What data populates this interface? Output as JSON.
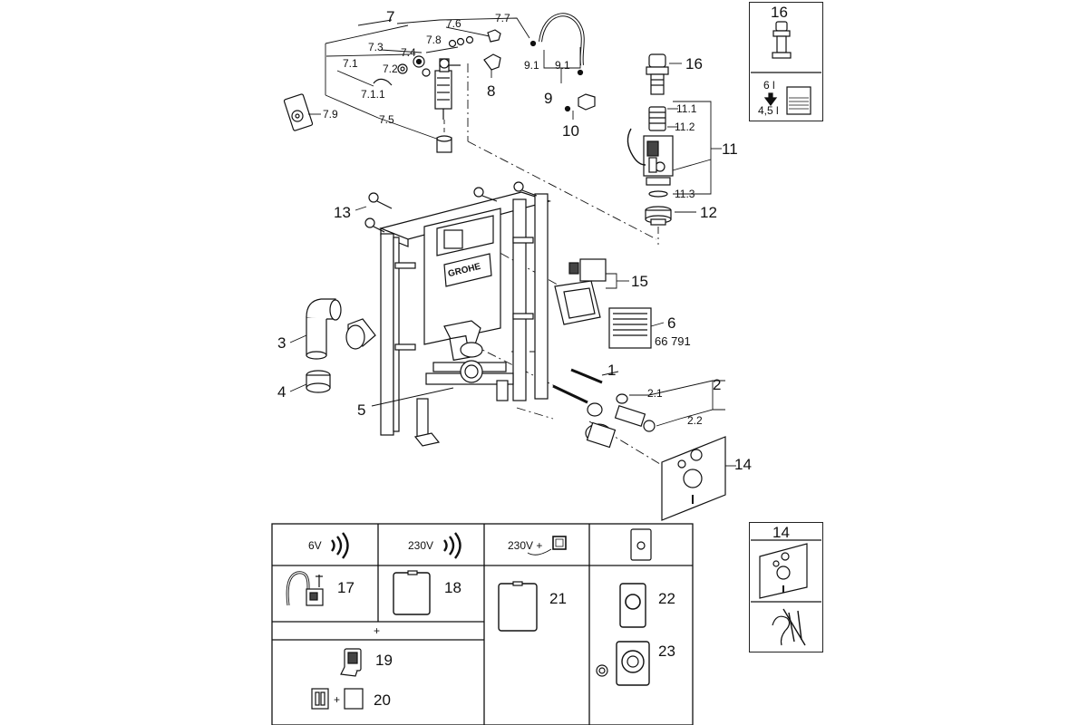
{
  "diagram": {
    "callouts": {
      "c7": "7",
      "c7_6": "7.6",
      "c7_7": "7.7",
      "c7_8": "7.8",
      "c7_3": "7.3",
      "c7_4": "7.4",
      "c7_1": "7.1",
      "c7_2": "7.2",
      "c7_1_1": "7.1.1",
      "c7_5": "7.5",
      "c7_9": "7.9",
      "c8": "8",
      "c9": "9",
      "c9_1a": "9.1",
      "c9_1b": "9.1",
      "c10": "10",
      "c16": "16",
      "c11": "11",
      "c11_1": "11.1",
      "c11_2": "11.2",
      "c11_3": "11.3",
      "c12": "12",
      "c13": "13",
      "c15": "15",
      "c6": "6",
      "c6_art": "66 791",
      "c3": "3",
      "c4": "4",
      "c5": "5",
      "c1": "1",
      "c2": "2",
      "c2_1": "2.1",
      "c2_2": "2.2",
      "c14": "14"
    },
    "brand_text": "GROHE",
    "inset16": {
      "title": "16",
      "row_a": "6 l",
      "row_b": "4,5 l"
    },
    "inset14": {
      "title": "14"
    },
    "table": {
      "col1": "6V",
      "col2": "230V",
      "col3": "230V +",
      "plus": "+",
      "items": {
        "i17": "17",
        "i18": "18",
        "i19": "19",
        "i20": "20",
        "i21": "21",
        "i22": "22",
        "i23": "23"
      },
      "plus_small": "+"
    }
  },
  "colors": {
    "line": "#111111",
    "fill_light": "#f2f2f2",
    "fill_mid": "#d8d8d8",
    "fill_dark": "#444444"
  },
  "icons": [
    "wireless-signal-icon",
    "panel-outline-icon",
    "ear-no-sound-icon",
    "arrow-down-icon",
    "water-level-icon"
  ]
}
